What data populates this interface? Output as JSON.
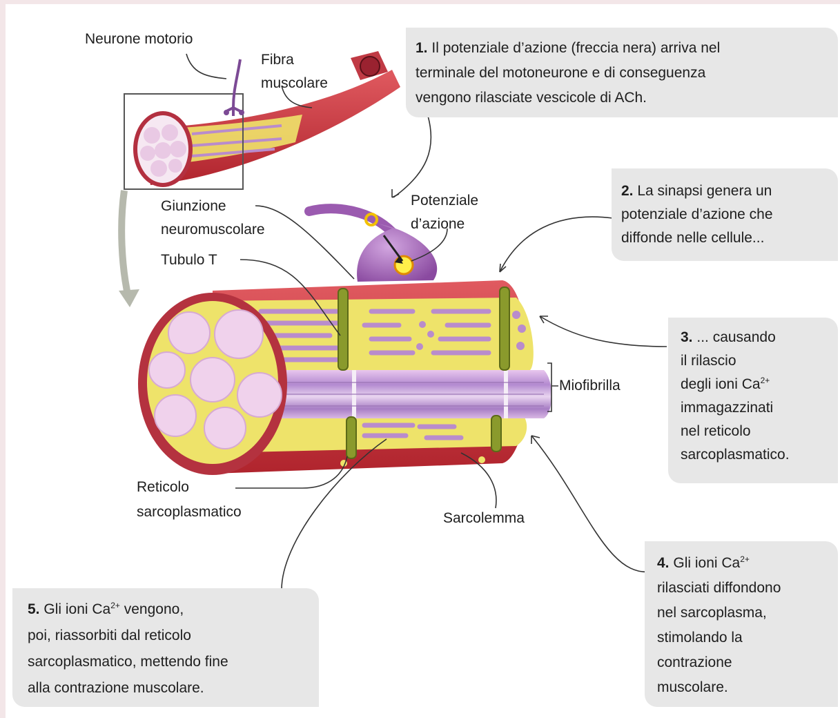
{
  "labels": {
    "neurone_motorio": "Neurone motorio",
    "fibra": "Fibra",
    "muscolare": "muscolare",
    "potenziale": "Potenziale",
    "d_azione": "d’azione",
    "giunzione": "Giunzione",
    "neuromuscolare": "neuromuscolare",
    "tubulo_t": "Tubulo T",
    "miofibrilla": "Miofibrilla",
    "reticolo": "Reticolo",
    "sarcoplasmatico": "sarcoplasmatico",
    "sarcolemma": "Sarcolemma"
  },
  "steps": [
    {
      "num": "1.",
      "lines": [
        "Il potenziale d’azione (freccia nera) arriva nel",
        "terminale del motoneurone e di conseguenza",
        "vengono rilasciate vescicole di ACh."
      ]
    },
    {
      "num": "2.",
      "lines": [
        "La sinapsi genera un",
        "potenziale d’azione che",
        "diffonde nelle cellule..."
      ]
    },
    {
      "num": "3.",
      "first": "... causando",
      "lines": [
        "il rilascio",
        "degli ioni Ca",
        "immagazzinati",
        "nel reticolo",
        "sarcoplasmatico."
      ],
      "sup": "2+"
    },
    {
      "num": "4.",
      "first": "Gli ioni Ca",
      "sup": "2+",
      "lines": [
        "rilasciati diffondono",
        "nel sarcoplasma,",
        "stimolando la",
        "contrazione",
        "muscolare."
      ]
    },
    {
      "num": "5.",
      "first": "Gli ioni Ca",
      "sup": "2+",
      "first_rest": " vengono,",
      "lines": [
        "poi, riassorbiti dal reticolo",
        "sarcoplasmatico, mettendo fine",
        "alla contrazione muscolare."
      ]
    }
  ],
  "colors": {
    "muscle_red": "#c8323c",
    "reticulum_yellow": "#eee36a",
    "myofibril_lilac": "#c8a3d8",
    "neuron_purple": "#9b5bb0",
    "tubule_green": "#8a9a2c",
    "box_gray": "#e7e7e7"
  }
}
